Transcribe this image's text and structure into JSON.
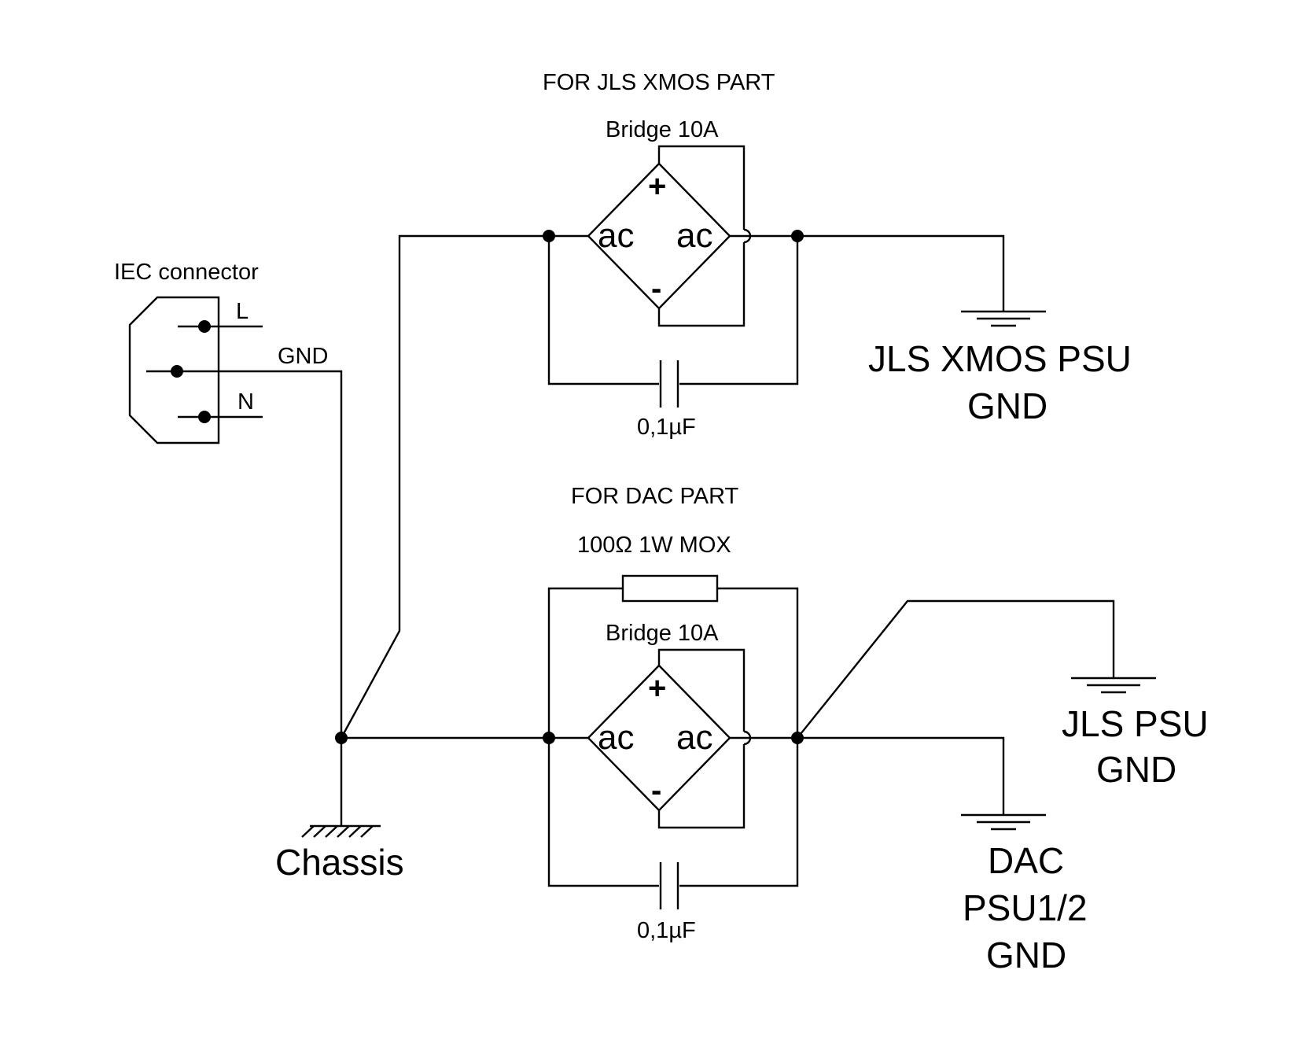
{
  "iec": {
    "title": "IEC connector",
    "pin_l": "L",
    "pin_gnd": "GND",
    "pin_n": "N"
  },
  "chassis_label": "Chassis",
  "top": {
    "title": "FOR JLS XMOS PART",
    "bridge_label": "Bridge 10A",
    "ac_left": "ac",
    "ac_right": "ac",
    "plus": "+",
    "minus": "-",
    "cap_label": "0,1µF",
    "gnd_label_1": "JLS XMOS PSU",
    "gnd_label_2": "GND"
  },
  "bottom": {
    "title": "FOR DAC PART",
    "resistor_label": "100Ω 1W MOX",
    "bridge_label": "Bridge 10A",
    "ac_left": "ac",
    "ac_right": "ac",
    "plus": "+",
    "minus": "-",
    "cap_label": "0,1µF",
    "jls_label_1": "JLS PSU",
    "jls_label_2": "GND",
    "dac_label_1": "DAC",
    "dac_label_2": "PSU1/2",
    "dac_label_3": "GND"
  }
}
